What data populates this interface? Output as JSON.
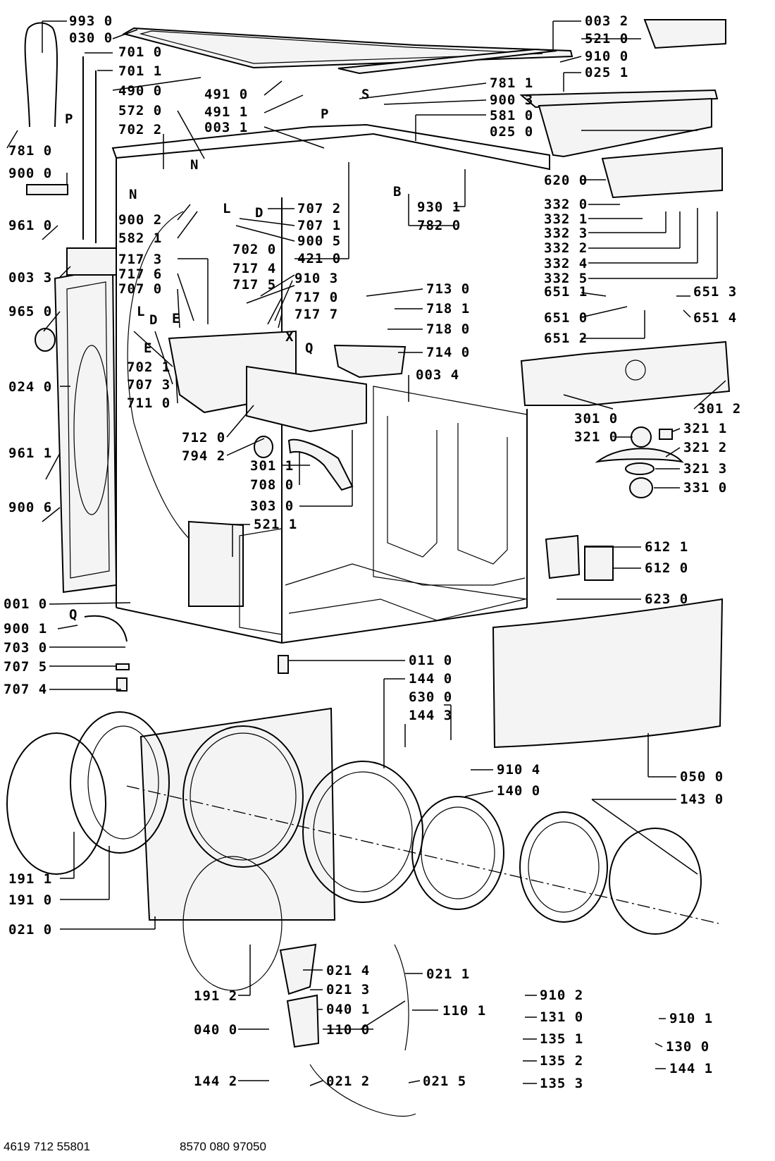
{
  "diagram": {
    "letter_markers": [
      "P",
      "N",
      "S",
      "P",
      "B",
      "L",
      "D",
      "E",
      "L",
      "D",
      "E",
      "X",
      "Q",
      "Q"
    ],
    "callouts_left": [
      "993 0",
      "030 0",
      "701 0",
      "701 1",
      "490 0",
      "491 0",
      "491 1",
      "572 0",
      "003 1",
      "781 0",
      "702 2",
      "900 0",
      "961 0",
      "900 2",
      "582 1",
      "003 3",
      "717 3",
      "717 6",
      "707 0",
      "965 0",
      "702 1",
      "707 3",
      "711 0",
      "024 0",
      "712 0",
      "794 2",
      "961 1",
      "900 6",
      "001 0",
      "900 1",
      "703 0",
      "707 5",
      "707 4",
      "191 1",
      "191 0",
      "021 0",
      "191 2",
      "040 0",
      "144 2"
    ],
    "callouts_right": [
      "003 2",
      "521 0",
      "910 0",
      "025 1",
      "781 1",
      "900 3",
      "581 0",
      "025 0",
      "620 0",
      "707 2",
      "707 1",
      "900 5",
      "702 0",
      "421 0",
      "930 1",
      "782 0",
      "332 0",
      "332 1",
      "332 3",
      "332 2",
      "332 4",
      "332 5",
      "717 4",
      "717 5",
      "910 3",
      "717 0",
      "717 7",
      "713 0",
      "718 1",
      "718 0",
      "714 0",
      "651 1",
      "651 3",
      "651 0",
      "651 4",
      "651 2",
      "003 4",
      "301 0",
      "301 2",
      "321 0",
      "321 1",
      "321 2",
      "321 3",
      "331 0",
      "301 1",
      "708 0",
      "303 0",
      "521 1",
      "612 1",
      "612 0",
      "623 0",
      "011 0",
      "144 0",
      "630 0",
      "144 3",
      "910 4",
      "050 0",
      "140 0",
      "143 0",
      "021 4",
      "021 3",
      "021 1",
      "040 1",
      "110 1",
      "110 0",
      "021 2",
      "021 5",
      "910 2",
      "131 0",
      "135 1",
      "135 2",
      "135 3",
      "910 1",
      "130 0",
      "144 1"
    ]
  },
  "footer": {
    "code_left": "4619 712 55801",
    "code_right": "8570 080 97050"
  }
}
